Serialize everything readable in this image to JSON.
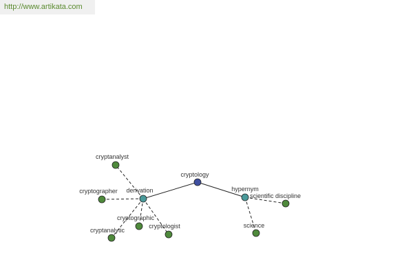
{
  "source": {
    "url_text": "http://www.artikata.com"
  },
  "colors": {
    "root": "#3f4fa0",
    "relation": "#4a9a9a",
    "leaf": "#4f8a3c"
  },
  "graph": {
    "root": {
      "label": "cryptology"
    },
    "relations": [
      {
        "label": "derivation"
      },
      {
        "label": "hypernym"
      }
    ],
    "leaves": [
      {
        "label": "cryptanalyst",
        "relation": "derivation"
      },
      {
        "label": "cryptographer",
        "relation": "derivation"
      },
      {
        "label": "cryptographic",
        "relation": "derivation"
      },
      {
        "label": "cryptologist",
        "relation": "derivation"
      },
      {
        "label": "cryptanalytic",
        "relation": "derivation"
      },
      {
        "label": "scientific discipline",
        "relation": "hypernym"
      },
      {
        "label": "science",
        "relation": "hypernym"
      }
    ]
  }
}
